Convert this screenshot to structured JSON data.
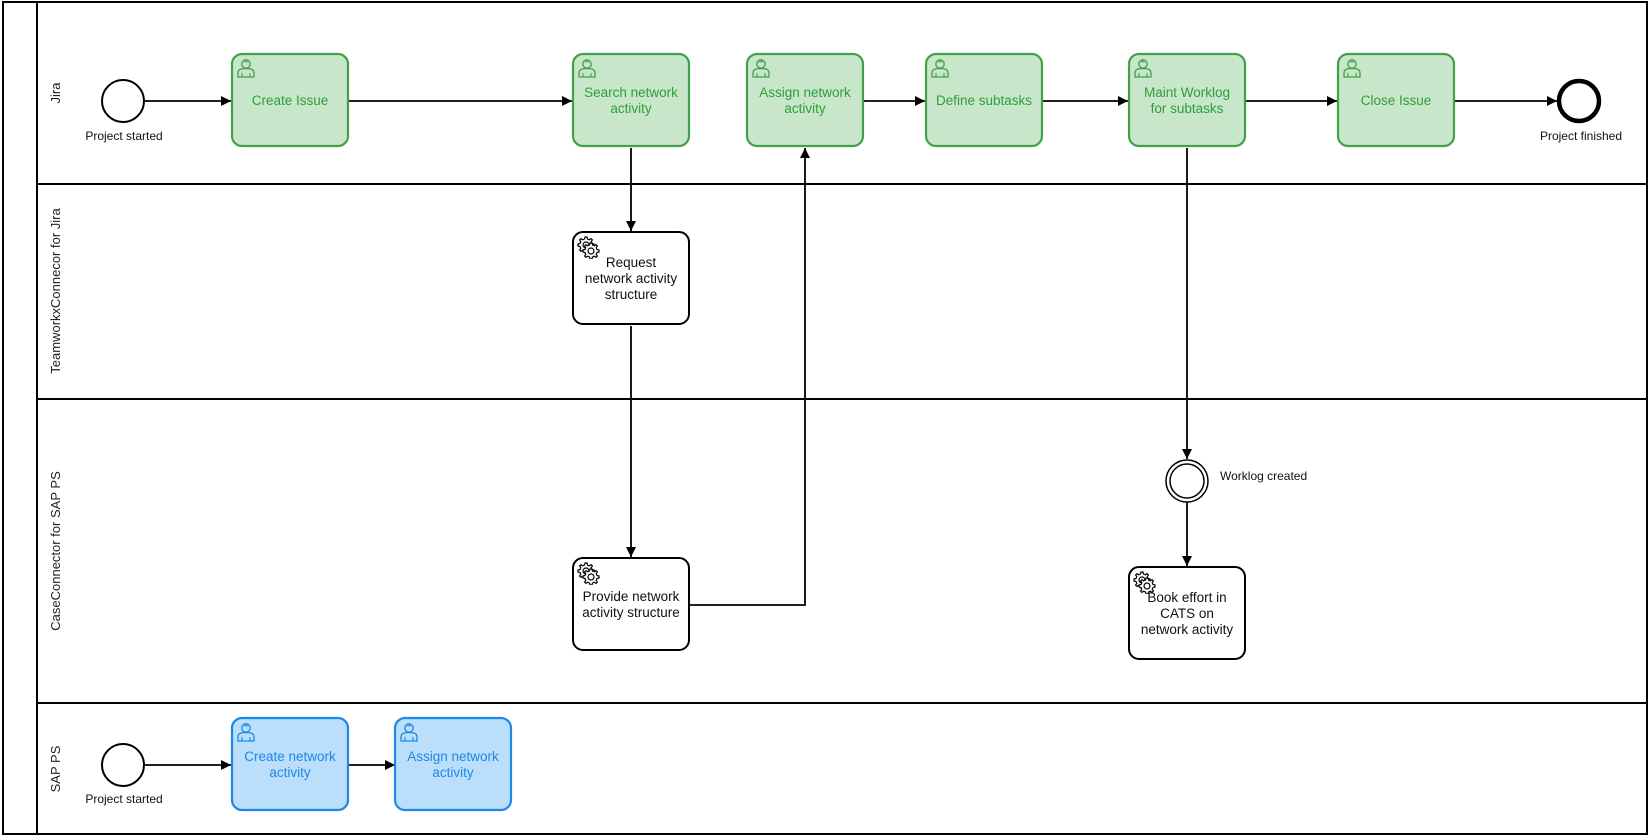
{
  "lanes": {
    "jira": "Jira",
    "teamworkx": "TeamworkxConnecor for Jira",
    "caseconnector": "CaseConnector for SAP PS",
    "sapps": "SAP PS"
  },
  "events": {
    "jira_start": "Project started",
    "jira_end": "Project finished",
    "worklog_created": "Worklog created",
    "sap_start": "Project started"
  },
  "tasks": {
    "create_issue": [
      "Create Issue"
    ],
    "search_network_activity": [
      "Search network",
      "activity"
    ],
    "assign_network_activity_jira": [
      "Assign network",
      "activity"
    ],
    "define_subtasks": [
      "Define subtasks"
    ],
    "maint_worklog": [
      "Maint Worklog",
      "for subtasks"
    ],
    "close_issue": [
      "Close Issue"
    ],
    "request_structure": [
      "Request",
      "network activity",
      "structure"
    ],
    "provide_structure": [
      "Provide network",
      "activity structure"
    ],
    "book_effort": [
      "Book effort in",
      "CATS on",
      "network activity"
    ],
    "create_network_activity": [
      "Create network",
      "activity"
    ],
    "assign_network_activity_sap": [
      "Assign network",
      "activity"
    ]
  },
  "colors": {
    "jira_task_fill": "#c8e6c9",
    "jira_task_stroke": "#43a047",
    "jira_task_text": "#2e9e3a",
    "sap_task_fill": "#bbdefb",
    "sap_task_stroke": "#1e88e5",
    "sap_task_text": "#1e88e5",
    "service_task_stroke": "#000000"
  },
  "icons": {
    "user_task": "user-icon",
    "service_task": "gear-icon"
  }
}
